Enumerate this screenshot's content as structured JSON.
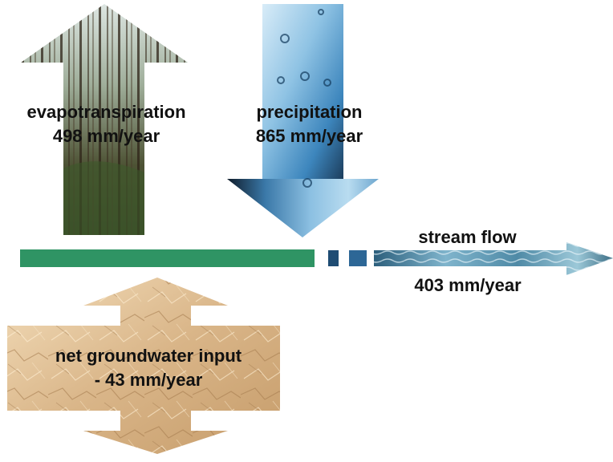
{
  "flows": {
    "evapotranspiration": {
      "name": "evapotranspiration",
      "value": "498 mm/year",
      "icon": "forest-arrow-up-icon"
    },
    "precipitation": {
      "name": "precipitation",
      "value": "865 mm/year",
      "icon": "water-droplets-arrow-down-icon"
    },
    "stream_flow": {
      "name": "stream flow",
      "value": "403 mm/year",
      "icon": "flowing-water-arrow-right-icon"
    },
    "groundwater": {
      "name": "net groundwater input",
      "value": "- 43 mm/year",
      "icon": "sand-texture-double-arrow-icon"
    }
  },
  "colors": {
    "ground_bar": "#2f9464",
    "sky_blue_light": "#cfe6f5",
    "sky_blue_dark": "#2e6fa0",
    "forest_dark": "#2b2a1e",
    "forest_light": "#d7e2da",
    "sand_light": "#f0d8b4",
    "sand_dark": "#b88c5c",
    "water_dark": "#3f6f86",
    "water_light": "#cfe5ef"
  }
}
